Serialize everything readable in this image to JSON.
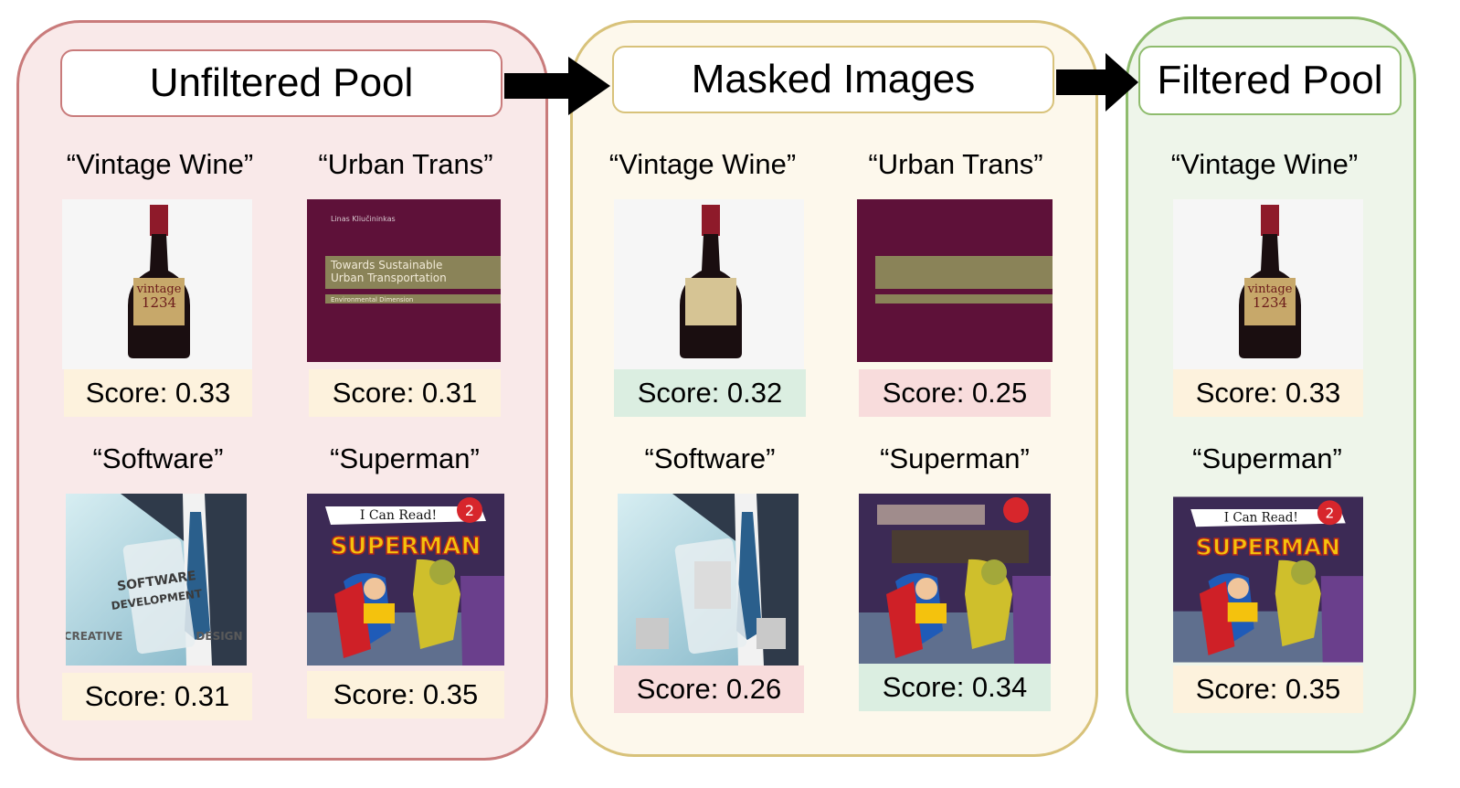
{
  "colors": {
    "unfiltered_border": "#c97b7b",
    "unfiltered_fill": "#f9e9e9",
    "masked_border": "#d8c27a",
    "masked_fill": "#fdf8ec",
    "filtered_border": "#8fbc6e",
    "filtered_fill": "#eef5ea",
    "score_neutral": "#fdf2dd",
    "score_up": "#dbeee1",
    "score_down": "#f8dcdc",
    "book_purple": "#5e1139",
    "mask_fill": "#8a8358"
  },
  "panels": {
    "unfiltered": {
      "title": "Unfiltered Pool",
      "items": [
        {
          "caption": "“Vintage Wine”",
          "score": "Score: 0.33",
          "image": "wine-bottle-image"
        },
        {
          "caption": "“Urban Trans”",
          "score": "Score: 0.31",
          "image": "book-cover-image",
          "book_author": "Linas Kliučininkas",
          "book_title_1": "Towards Sustainable",
          "book_title_2": "Urban Transportation",
          "book_subtitle": "Environmental Dimension"
        },
        {
          "caption": "“Software”",
          "score": "Score: 0.31",
          "image": "software-development-image",
          "sign_line_1": "SOFTWARE",
          "sign_line_2": "DEVELOPMENT",
          "left_word": "CREATIVE",
          "right_word": "DESIGN"
        },
        {
          "caption": "“Superman”",
          "score": "Score: 0.35",
          "image": "superman-comic-image",
          "banner": "I Can Read!",
          "badge": "2",
          "logo": "SUPERMAN"
        }
      ]
    },
    "masked": {
      "title": "Masked Images",
      "items": [
        {
          "caption": "“Vintage Wine”",
          "score": "Score: 0.32",
          "image": "wine-bottle-masked-image"
        },
        {
          "caption": "“Urban Trans”",
          "score": "Score: 0.25",
          "image": "book-cover-masked-image"
        },
        {
          "caption": "“Software”",
          "score": "Score: 0.26",
          "image": "software-masked-image"
        },
        {
          "caption": "“Superman”",
          "score": "Score: 0.34",
          "image": "superman-masked-image"
        }
      ]
    },
    "filtered": {
      "title": "Filtered Pool",
      "items": [
        {
          "caption": "“Vintage Wine”",
          "score": "Score: 0.33",
          "image": "wine-bottle-image"
        },
        {
          "caption": "“Superman”",
          "score": "Score: 0.35",
          "image": "superman-comic-image"
        }
      ]
    }
  },
  "wine_label": {
    "line_1": "vintage",
    "line_2": "1234"
  },
  "flow_arrows": [
    "arrow-right-icon",
    "arrow-right-icon"
  ]
}
